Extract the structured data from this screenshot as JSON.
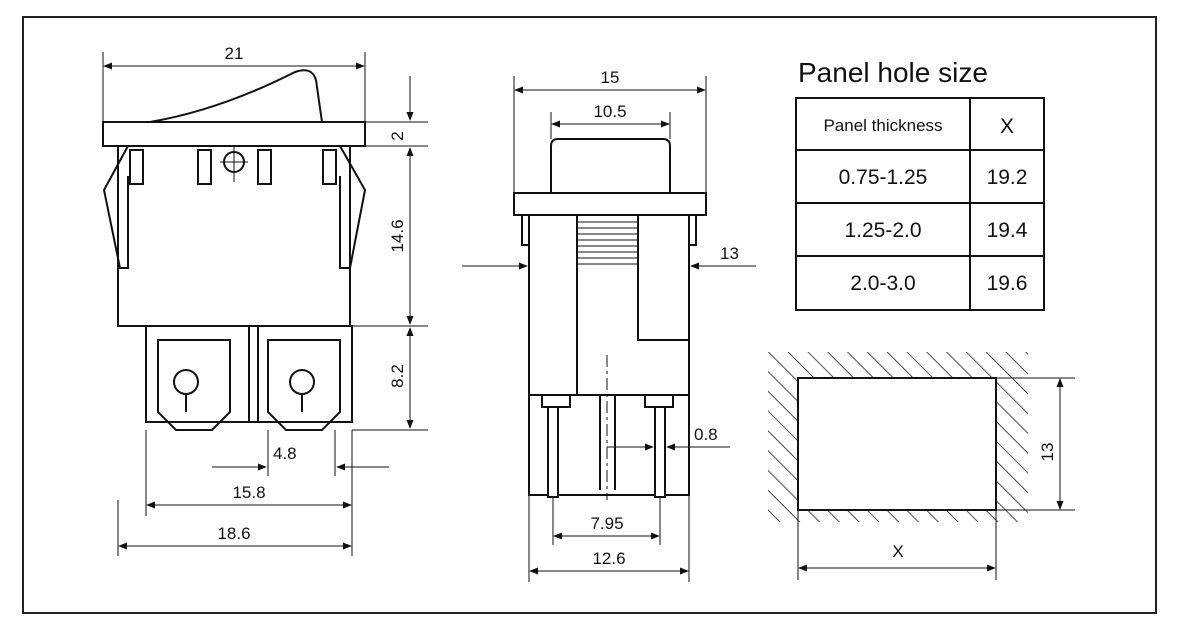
{
  "panel": {
    "title": "Panel hole size",
    "table": {
      "headers": [
        "Panel thickness",
        "X"
      ],
      "rows": [
        [
          "0.75-1.25",
          "19.2"
        ],
        [
          "1.25-2.0",
          "19.4"
        ],
        [
          "2.0-3.0",
          "19.6"
        ]
      ]
    },
    "hole_height": "13",
    "hole_width": "X"
  },
  "front_view": {
    "width_top": "21",
    "cap_height": "2",
    "body_height": "14.6",
    "terminal_height": "8.2",
    "terminal_width": "4.8",
    "terminal_span": "15.8",
    "total_width": "18.6"
  },
  "side_view": {
    "width_top": "15",
    "rocker_width": "10.5",
    "body_depth": "13",
    "pin_thickness": "0.8",
    "pin_spacing": "7.95",
    "base_width": "12.6"
  }
}
